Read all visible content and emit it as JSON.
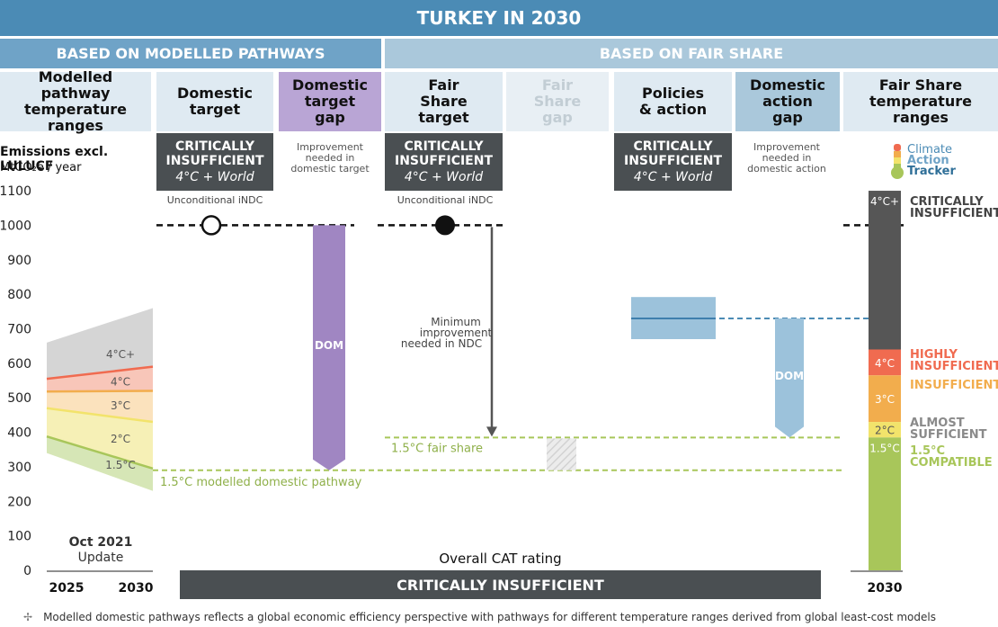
{
  "title": "TURKEY IN 2030",
  "sections": {
    "modelled": "BASED ON MODELLED PATHWAYS",
    "fairshare": "BASED ON FAIR SHARE"
  },
  "columns": {
    "modelled_ranges": "Modelled pathway temperature ranges",
    "domestic_target": "Domestic target",
    "domestic_target_gap": "Domestic target gap",
    "fair_share_target": "Fair Share target",
    "fair_share_gap": "Fair Share gap",
    "policies_action": "Policies & action",
    "domestic_action_gap": "Domestic action gap",
    "fair_share_ranges": "Fair Share temperature ranges"
  },
  "axis": {
    "title": "Emissions excl. LULUCF",
    "unit": "MtCO₂e / year",
    "update_line1": "Oct 2021",
    "update_line2": "Update"
  },
  "ratings": {
    "domestic_target": {
      "label": "CRITICALLY INSUFFICIENT",
      "sub": "4°C + World"
    },
    "fair_share_target": {
      "label": "CRITICALLY INSUFFICIENT",
      "sub": "4°C + World"
    },
    "policies_action": {
      "label": "CRITICALLY INSUFFICIENT",
      "sub": "4°C + World"
    }
  },
  "notes": {
    "domestic_target_gap": "Improvement needed in domestic target",
    "domestic_action_gap": "Improvement needed in domestic action",
    "unconditional_1": "Unconditional iNDC",
    "unconditional_2": "Unconditional iNDC",
    "min_improvement": "Minimum improvement needed in NDC",
    "fair_share_line": "1.5°C fair share",
    "modelled_line": "1.5°C modelled domestic pathway",
    "dom_label": "DOM"
  },
  "logo": {
    "line1": "Climate",
    "line2": "Action",
    "line3": "Tracker"
  },
  "overall": {
    "caption": "Overall CAT rating",
    "value": "CRITICALLY INSUFFICIENT"
  },
  "footnote": {
    "symbol": "✢",
    "text": "Modelled domestic pathways reflects a global economic efficiency perspective with pathways for different temperature ranges derived from global least-cost models"
  },
  "colors": {
    "header_dark": "#4b8bb5",
    "header_mid": "#6fa3c7",
    "header_light": "#aac8db",
    "col_bg": "#dfeaf2",
    "purple": "#a086c2",
    "policy_blue": "#9cc2db",
    "green": "#a8c65a",
    "rating_grey": "#4a4f52",
    "critically": "#565656",
    "highly": "#f06b50",
    "insufficient": "#f2ad4d",
    "almost": "#f2e36b",
    "compatible": "#a8c65a"
  },
  "chart_data": {
    "type": "bar",
    "ylim": [
      0,
      1100
    ],
    "yticks": [
      0,
      100,
      200,
      300,
      400,
      500,
      600,
      700,
      800,
      900,
      1000,
      1100
    ],
    "xticks": [
      "2025",
      "2030"
    ],
    "pathway_bands": [
      {
        "name": "4°C+",
        "y2025": [
          555,
          660
        ],
        "y2030": [
          590,
          760
        ]
      },
      {
        "name": "4°C",
        "y2025": [
          518,
          555
        ],
        "y2030": [
          520,
          590
        ]
      },
      {
        "name": "3°C",
        "y2025": [
          470,
          518
        ],
        "y2030": [
          430,
          520
        ]
      },
      {
        "name": "2°C",
        "y2025": [
          388,
          470
        ],
        "y2030": [
          295,
          430
        ]
      },
      {
        "name": "1.5°C",
        "y2025": [
          340,
          388
        ],
        "y2030": [
          230,
          295
        ]
      }
    ],
    "ndc_target": 1000,
    "modelled_pathway_1_5": 290,
    "fair_share_1_5": 385,
    "domestic_target_gap": [
      290,
      1000
    ],
    "current_policy_range": [
      670,
      792
    ],
    "current_policy_mid": 730,
    "domestic_action_gap": [
      385,
      730
    ],
    "fair_share_gap_range": [
      290,
      385
    ],
    "fair_share_ranges": [
      {
        "name": "4°C+",
        "range": [
          640,
          1100
        ],
        "rating": "CRITICALLY INSUFFICIENT"
      },
      {
        "name": "4°C",
        "range": [
          565,
          640
        ],
        "rating": "HIGHLY INSUFFICIENT"
      },
      {
        "name": "3°C",
        "range": [
          430,
          565
        ],
        "rating": "INSUFFICIENT"
      },
      {
        "name": "2°C",
        "range": [
          385,
          430
        ],
        "rating": "ALMOST SUFFICIENT"
      },
      {
        "name": "1.5°C",
        "range": [
          0,
          385
        ],
        "rating": "1.5°C COMPATIBLE"
      }
    ]
  }
}
